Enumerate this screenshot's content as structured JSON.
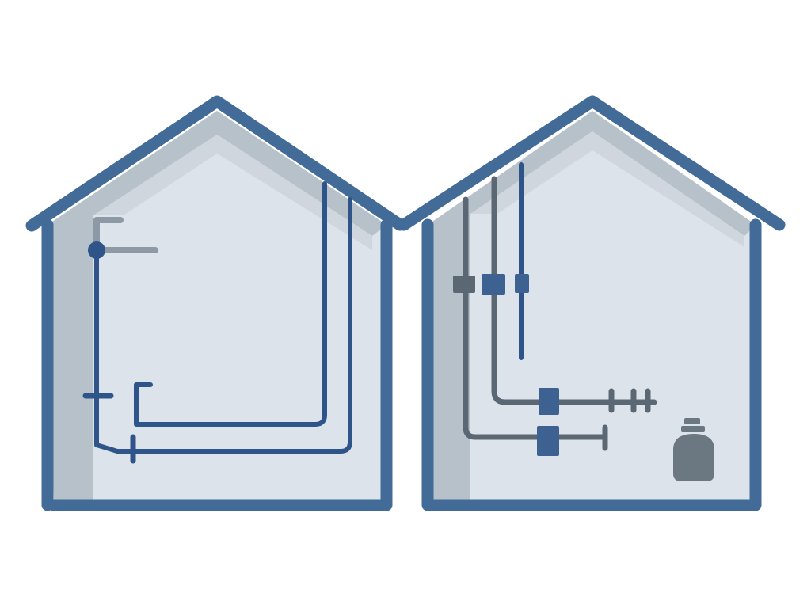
{
  "colors": {
    "background": "#ffffff",
    "house_outline": "#426b97",
    "wall_fill": "#dde3ea",
    "inner_shadow": "#b2bcc7",
    "blue_pipe": "#2f5489",
    "gray_pipe": "#5b6873",
    "light_gray_pipe": "#8d99a4",
    "fitting_blue": "#3d6291",
    "tank": "#6b7781"
  },
  "houses": [
    {
      "name": "left-house",
      "pipes": "blue-pipe-network"
    },
    {
      "name": "right-house",
      "pipes": "gray-pipe-network-with-tank"
    }
  ],
  "icons": {
    "tank": "gas-cylinder-icon",
    "valve": "pipe-fitting-icon"
  }
}
